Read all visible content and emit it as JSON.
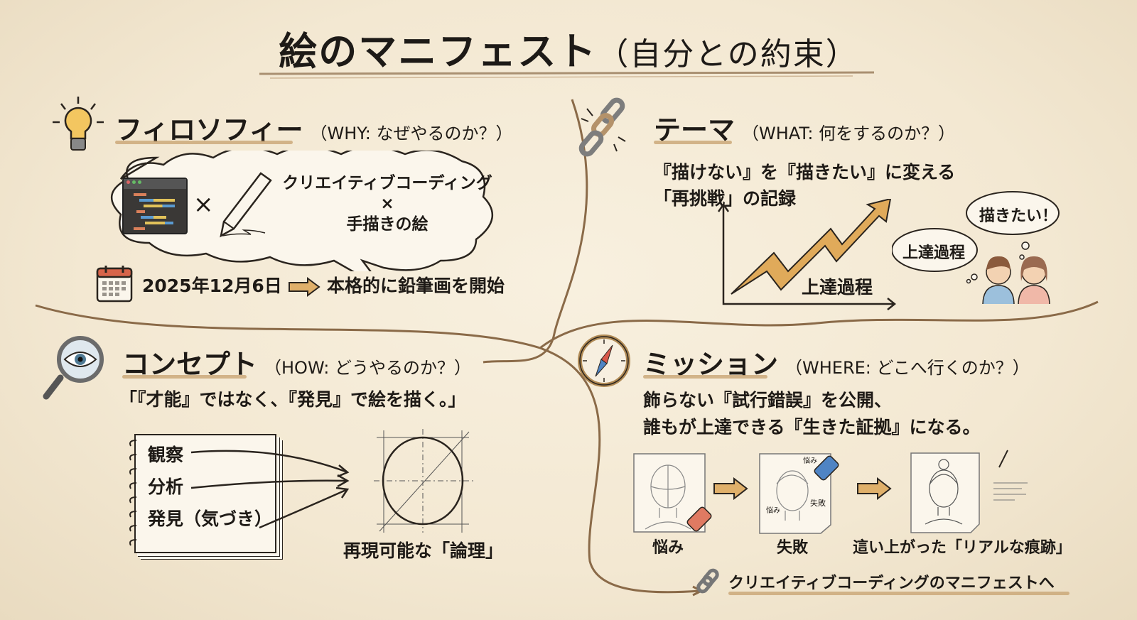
{
  "title": {
    "main": "絵のマニフェスト",
    "sub": "（自分との約束）"
  },
  "colors": {
    "background": "#f4ead7",
    "accent": "#c9a574",
    "ink": "#1e1a16",
    "branch": "#8a6a48"
  },
  "philosophy": {
    "icon": "lightbulb-icon",
    "heading": "フィロソフィー",
    "question": "（WHY: なぜやるのか？）",
    "bubble_line1": "クリエイティブコーディング",
    "bubble_times": "×",
    "bubble_line3": "手描きの絵",
    "times_symbol": "×",
    "date": "2025年12月6日",
    "start_text": "本格的に鉛筆画を開始"
  },
  "theme": {
    "icon": "broken-chain-icon",
    "heading": "テーマ",
    "question": "（WHAT: 何をするのか？）",
    "line1": "『描けない』を『描きたい』に変える",
    "line2": "「再挑戦」の記録",
    "graph_label": "上達過程",
    "thought1": "上達過程",
    "thought2": "描きたい！"
  },
  "concept": {
    "icon": "magnifier-eye-icon",
    "heading": "コンセプト",
    "question": "（HOW: どうやるのか？）",
    "quote": "「『才能』ではなく、『発見』で絵を描く。」",
    "notebook_items": [
      "観察",
      "分析",
      "発見（気づき）"
    ],
    "result": "再現可能な「論理」"
  },
  "mission": {
    "icon": "compass-icon",
    "heading": "ミッション",
    "question": "（WHERE: どこへ行くのか？）",
    "line1": "飾らない『試行錯誤』を公開、",
    "line2": "誰もが上達できる『生きた証拠』になる。",
    "steps": [
      "悩み",
      "失敗",
      "這い上がった「リアルな痕跡」"
    ],
    "sketch_notes": [
      "悩み",
      "失敗",
      "悩み"
    ],
    "link_text": "クリエイティブコーディングのマニフェストへ"
  }
}
